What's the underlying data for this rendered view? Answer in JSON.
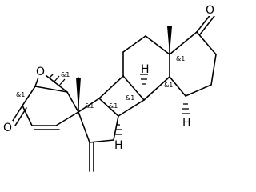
{
  "molecule": {
    "atom_labels": {
      "ketone_o_top": "O",
      "ketone_o_left": "O",
      "epoxide_o": "O",
      "h_c9": "H",
      "h_c8": "H",
      "h_c14": "H"
    },
    "stereo_labels": {
      "c1": "&1",
      "c2": "&1",
      "c10": "&1",
      "c9": "&1",
      "c8": "&1",
      "c13": "&1",
      "c14": "&1"
    }
  }
}
